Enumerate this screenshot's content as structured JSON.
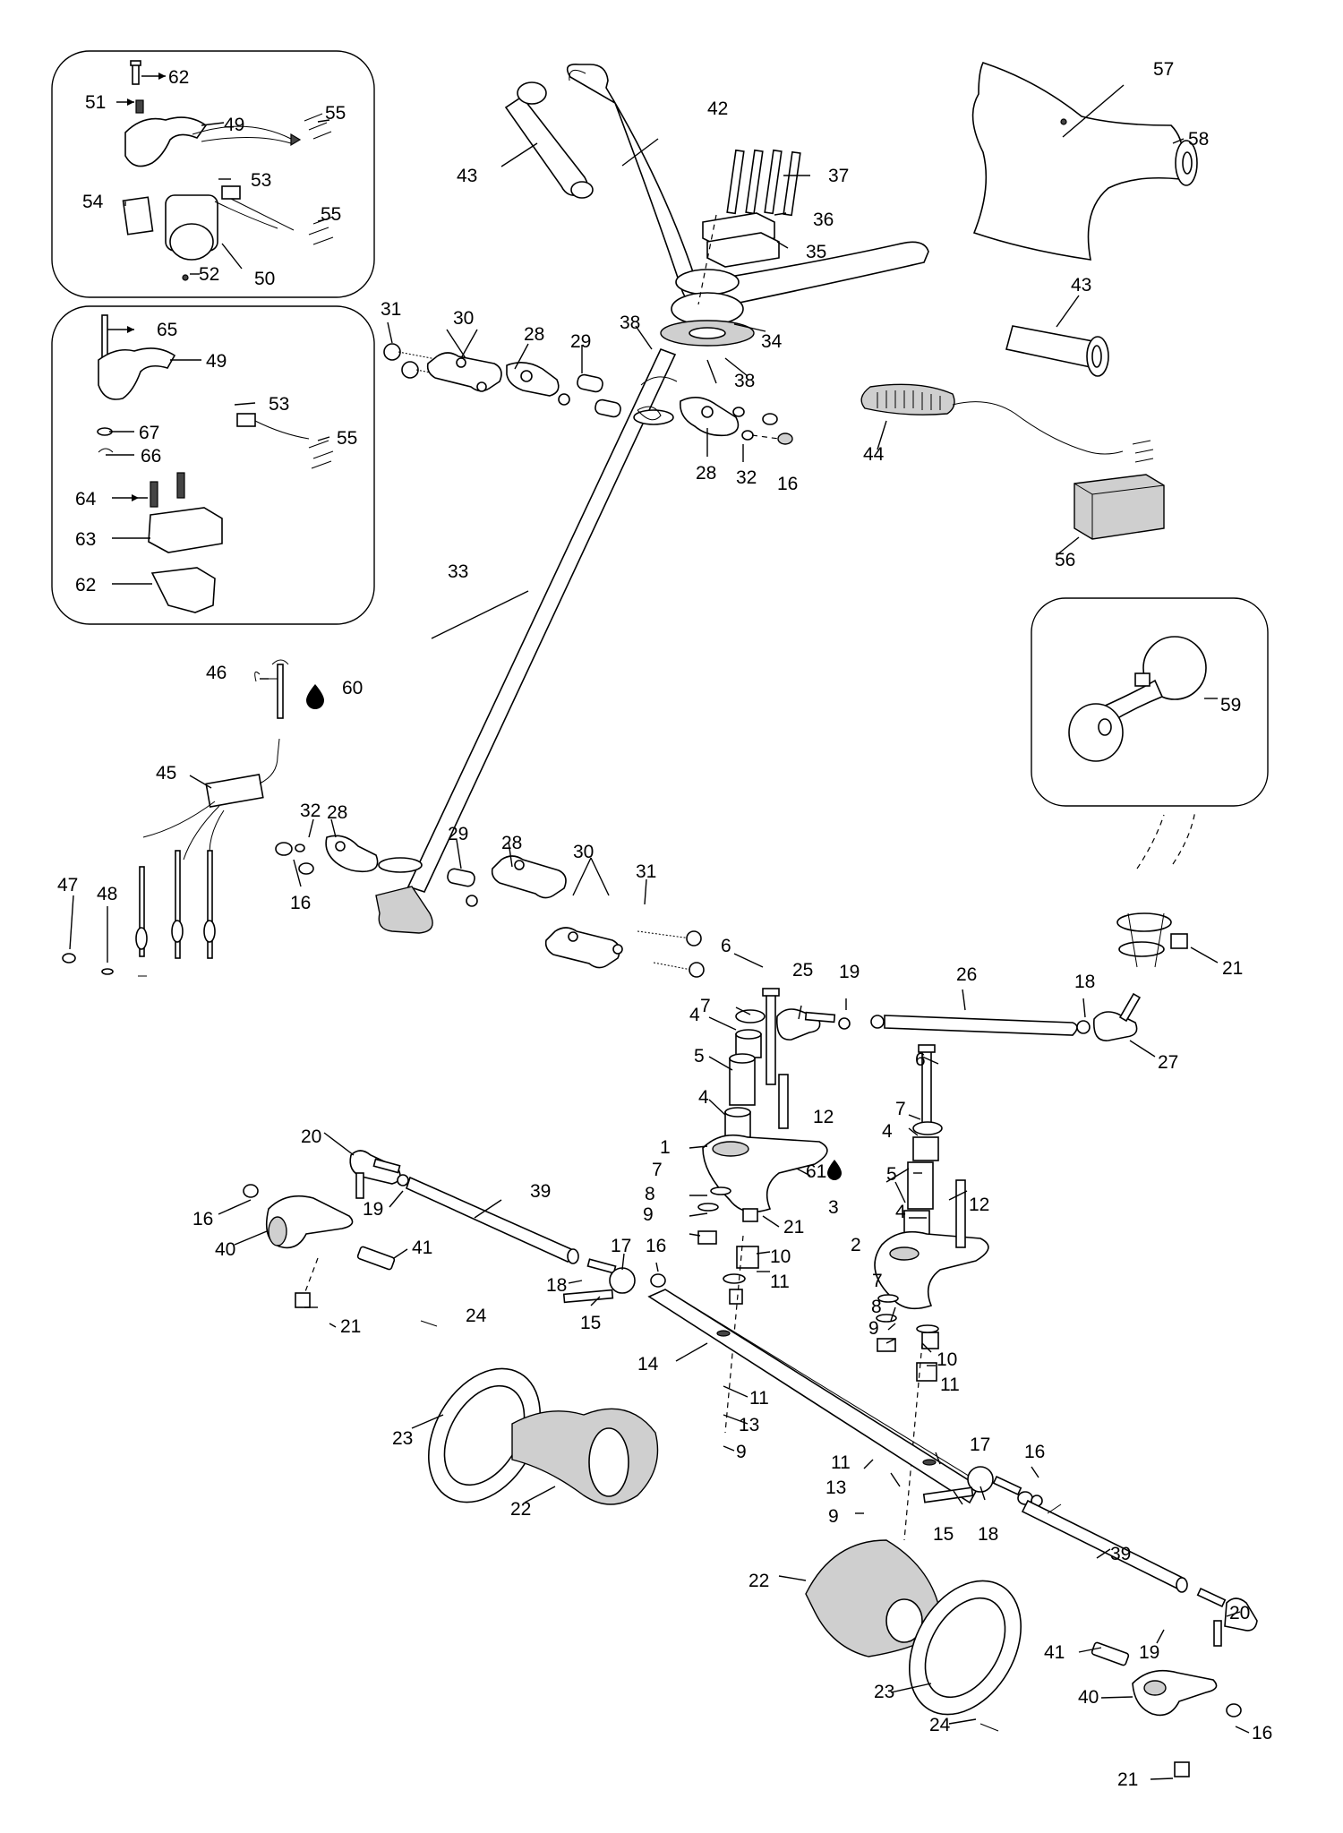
{
  "labels": {
    "p1": "1",
    "p2": "2",
    "p3": "3",
    "p4a": "4",
    "p4b": "4",
    "p4c": "4",
    "p4d": "4",
    "p5a": "5",
    "p5b": "5",
    "p6a": "6",
    "p6b": "6",
    "p7a": "7",
    "p7b": "7",
    "p7c": "7",
    "p7d": "7",
    "p8a": "8",
    "p8b": "8",
    "p9a": "9",
    "p9b": "9",
    "p9c": "9",
    "p9d": "9",
    "p10a": "10",
    "p10b": "10",
    "p11a": "11",
    "p11b": "11",
    "p11c": "11",
    "p11d": "11",
    "p12a": "12",
    "p12b": "12",
    "p13a": "13",
    "p13b": "13",
    "p14": "14",
    "p15a": "15",
    "p15b": "15",
    "p16a": "16",
    "p16b": "16",
    "p16c": "16",
    "p16d": "16",
    "p16e": "16",
    "p17a": "17",
    "p17b": "17",
    "p18a": "18",
    "p18b": "18",
    "p18c": "18",
    "p19a": "19",
    "p19b": "19",
    "p19c": "19",
    "p20a": "20",
    "p20b": "20",
    "p21a": "21",
    "p21b": "21",
    "p21c": "21",
    "p21d": "21",
    "p22a": "22",
    "p22b": "22",
    "p23a": "23",
    "p23b": "23",
    "p24a": "24",
    "p24b": "24",
    "p25": "25",
    "p26": "26",
    "p27": "27",
    "p28a": "28",
    "p28b": "28",
    "p28c": "28",
    "p28d": "28",
    "p29a": "29",
    "p29b": "29",
    "p30a": "30",
    "p30b": "30",
    "p31a": "31",
    "p31b": "31",
    "p32a": "32",
    "p32b": "32",
    "p33": "33",
    "p34": "34",
    "p35": "35",
    "p36": "36",
    "p37": "37",
    "p38a": "38",
    "p38b": "38",
    "p39a": "39",
    "p39b": "39",
    "p40a": "40",
    "p40b": "40",
    "p41a": "41",
    "p41b": "41",
    "p42": "42",
    "p43a": "43",
    "p43b": "43",
    "p44": "44",
    "p45": "45",
    "p46": "46",
    "p47": "47",
    "p48": "48",
    "p49a": "49",
    "p49b": "49",
    "p50": "50",
    "p51": "51",
    "p52": "52",
    "p53a": "53",
    "p53b": "53",
    "p54": "54",
    "p55a": "55",
    "p55b": "55",
    "p55c": "55",
    "p56": "56",
    "p57": "57",
    "p58": "58",
    "p59": "59",
    "p60": "60",
    "p61": "61",
    "p62a": "62",
    "p62b": "62",
    "p63": "63",
    "p64": "64",
    "p65": "65",
    "p66": "66",
    "p67": "67"
  },
  "icons": {
    "lubricant_drop": "oil-drop-icon"
  },
  "colors": {
    "line": "#000000",
    "background": "#ffffff",
    "shade": "#cfcfcf"
  }
}
